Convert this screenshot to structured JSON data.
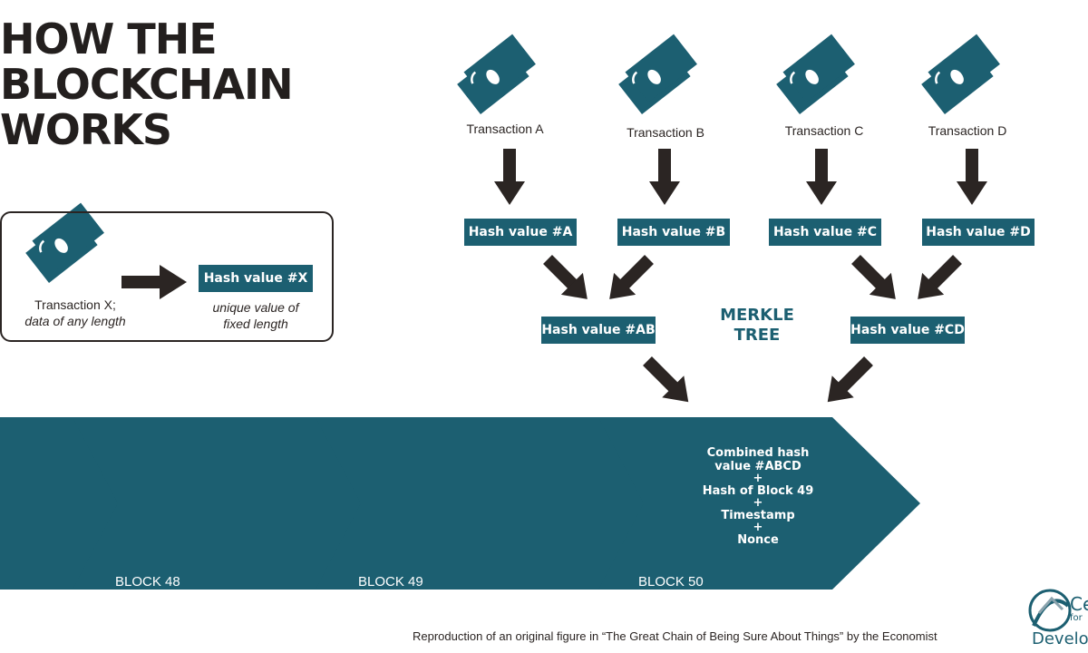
{
  "title": {
    "line1": "HOW THE",
    "line2": "BLOCKCHAIN",
    "line3": "WORKS"
  },
  "legend": {
    "input_label_line1": "Transaction X;",
    "input_label_line2": "data of any length",
    "hash_label": "Hash value #X",
    "output_label_line1": "unique value of",
    "output_label_line2": "fixed length"
  },
  "transactions": [
    {
      "label": "Transaction A"
    },
    {
      "label": "Transaction B"
    },
    {
      "label": "Transaction C"
    },
    {
      "label": "Transaction D"
    }
  ],
  "hashes": {
    "a": "Hash value #A",
    "b": "Hash value #B",
    "c": "Hash value #C",
    "d": "Hash value #D",
    "ab": "Hash value #AB",
    "cd": "Hash value #CD"
  },
  "merkle": {
    "line1": "MERKLE",
    "line2": "TREE"
  },
  "blocks": [
    {
      "label": "BLOCK 48"
    },
    {
      "label": "BLOCK 49"
    },
    {
      "label": "BLOCK 50"
    }
  ],
  "block50_contents": {
    "combined_line1": "Combined hash",
    "combined_line2": "value #ABCD",
    "prev_hash": "Hash of Block 49",
    "timestamp": "Timestamp",
    "nonce": "Nonce",
    "plus": "+"
  },
  "caption": "Reproduction of an original figure in “The Great Chain of Being Sure About Things” by the Economist",
  "logo_partial": {
    "line1": "Ce",
    "line2": "for",
    "line3": "Develo"
  },
  "colors": {
    "teal": "#1c5f71",
    "dark": "#2b2523",
    "white": "#ffffff"
  }
}
